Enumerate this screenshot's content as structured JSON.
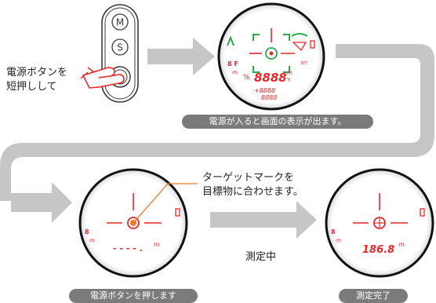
{
  "labels": {
    "press_power": [
      "電源ボタンを",
      "短押しして"
    ],
    "target_instruction": [
      "ターゲットマークを",
      "目標物に合わせます。"
    ],
    "measuring": "測定中"
  },
  "captions": {
    "power_on": "電源が入ると画面の表示が出ます。",
    "press_power_button": "電源ボタンを押します",
    "measure_done": "測定完了"
  },
  "device_buttons": {
    "mode": "M",
    "setting": "S",
    "power": "⏻"
  },
  "display_full": {
    "mode_indicator": "8 F",
    "main_readout": "8888",
    "main_unit_top": "m",
    "main_unit_bottom": "Y",
    "sub_readout_1": "+8888",
    "sub_readout_2": "8888",
    "small_label": "%",
    "small_label_2": "(8)",
    "status_text": "SET"
  },
  "display_aim": {
    "readout": "- - - - .",
    "unit": "m",
    "mode_indicator": "8",
    "small_label": "(8)"
  },
  "display_result": {
    "readout": "186.8",
    "unit": "m",
    "mode_indicator": "8",
    "small_label": "(8)"
  },
  "colors": {
    "display_red": "#e8262a",
    "display_green": "#2aa84a",
    "arrow_gray": "#c6c6c6",
    "pill_gray": "#7b7b7b",
    "leader_orange": "#f07a2a"
  }
}
